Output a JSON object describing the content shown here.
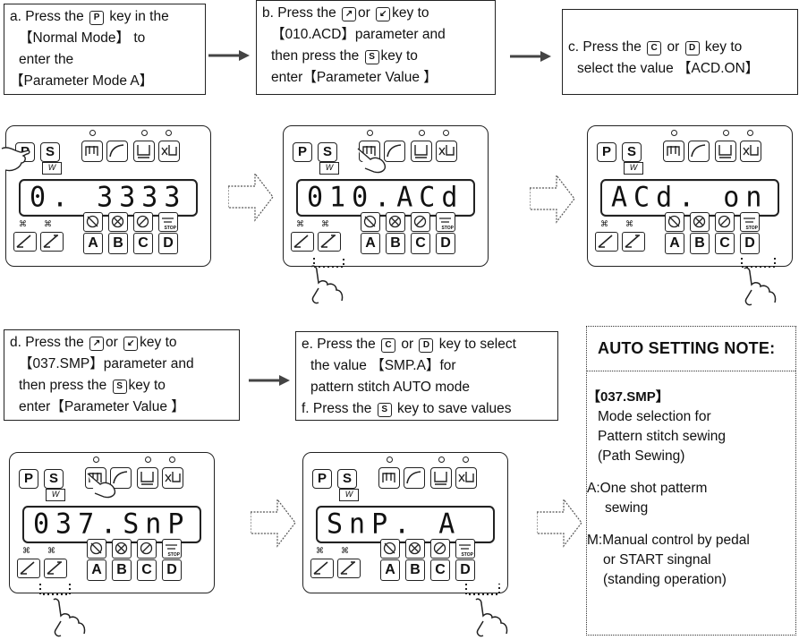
{
  "steps": {
    "a": {
      "l1a": "a. Press the",
      "key": "P",
      "l1b": "key in the",
      "l2": "【Normal Mode】 to",
      "l3": "enter the",
      "l4": "【Parameter Mode A】"
    },
    "b": {
      "l1a": "b. Press the",
      "l1b": "or",
      "l1c": "key to",
      "l2": "【010.ACD】parameter and",
      "l3a": "then press the",
      "key": "S",
      "l3b": "key to",
      "l4": "enter【Parameter Value 】"
    },
    "c": {
      "l1a": "c. Press the",
      "key1": "C",
      "l1b": "or",
      "key2": "D",
      "l1c": "key to",
      "l2": "select the value 【ACD.ON】"
    },
    "d": {
      "l1a": "d. Press the",
      "l1b": "or",
      "l1c": "key to",
      "l2": "【037.SMP】parameter and",
      "l3a": "then press the",
      "key": "S",
      "l3b": "key to",
      "l4": "enter【Parameter Value 】"
    },
    "e": {
      "l1a": "e. Press the",
      "key1": "C",
      "l1b": "or",
      "key2": "D",
      "l1c": "key to select",
      "l2": "the value 【SMP.A】for",
      "l3": "pattern stitch AUTO mode",
      "l4a": "f.  Press the",
      "key3": "S",
      "l4b": "key to save values"
    }
  },
  "panels": {
    "p1": {
      "display": "0. 3333"
    },
    "p2": {
      "display": "010.ACd"
    },
    "p3": {
      "display": "ACd. on"
    },
    "p4": {
      "display": "037.SnP"
    },
    "p5": {
      "display": "SnP.  A"
    }
  },
  "keys": {
    "p": "P",
    "s": "S",
    "w": "W",
    "a": "A",
    "b": "B",
    "c": "C",
    "d": "D",
    "stop": "STOP"
  },
  "note": {
    "title": "AUTO SETTING NOTE:",
    "param": "【037.SMP】",
    "desc1": "Mode selection for",
    "desc2": "Pattern stitch sewing",
    "desc3": "(Path Sewing)",
    "a1": "A:One shot patterm",
    "a2": "sewing",
    "m1": "M:Manual control by pedal",
    "m2": "or START singnal",
    "m3": "(standing operation)"
  }
}
